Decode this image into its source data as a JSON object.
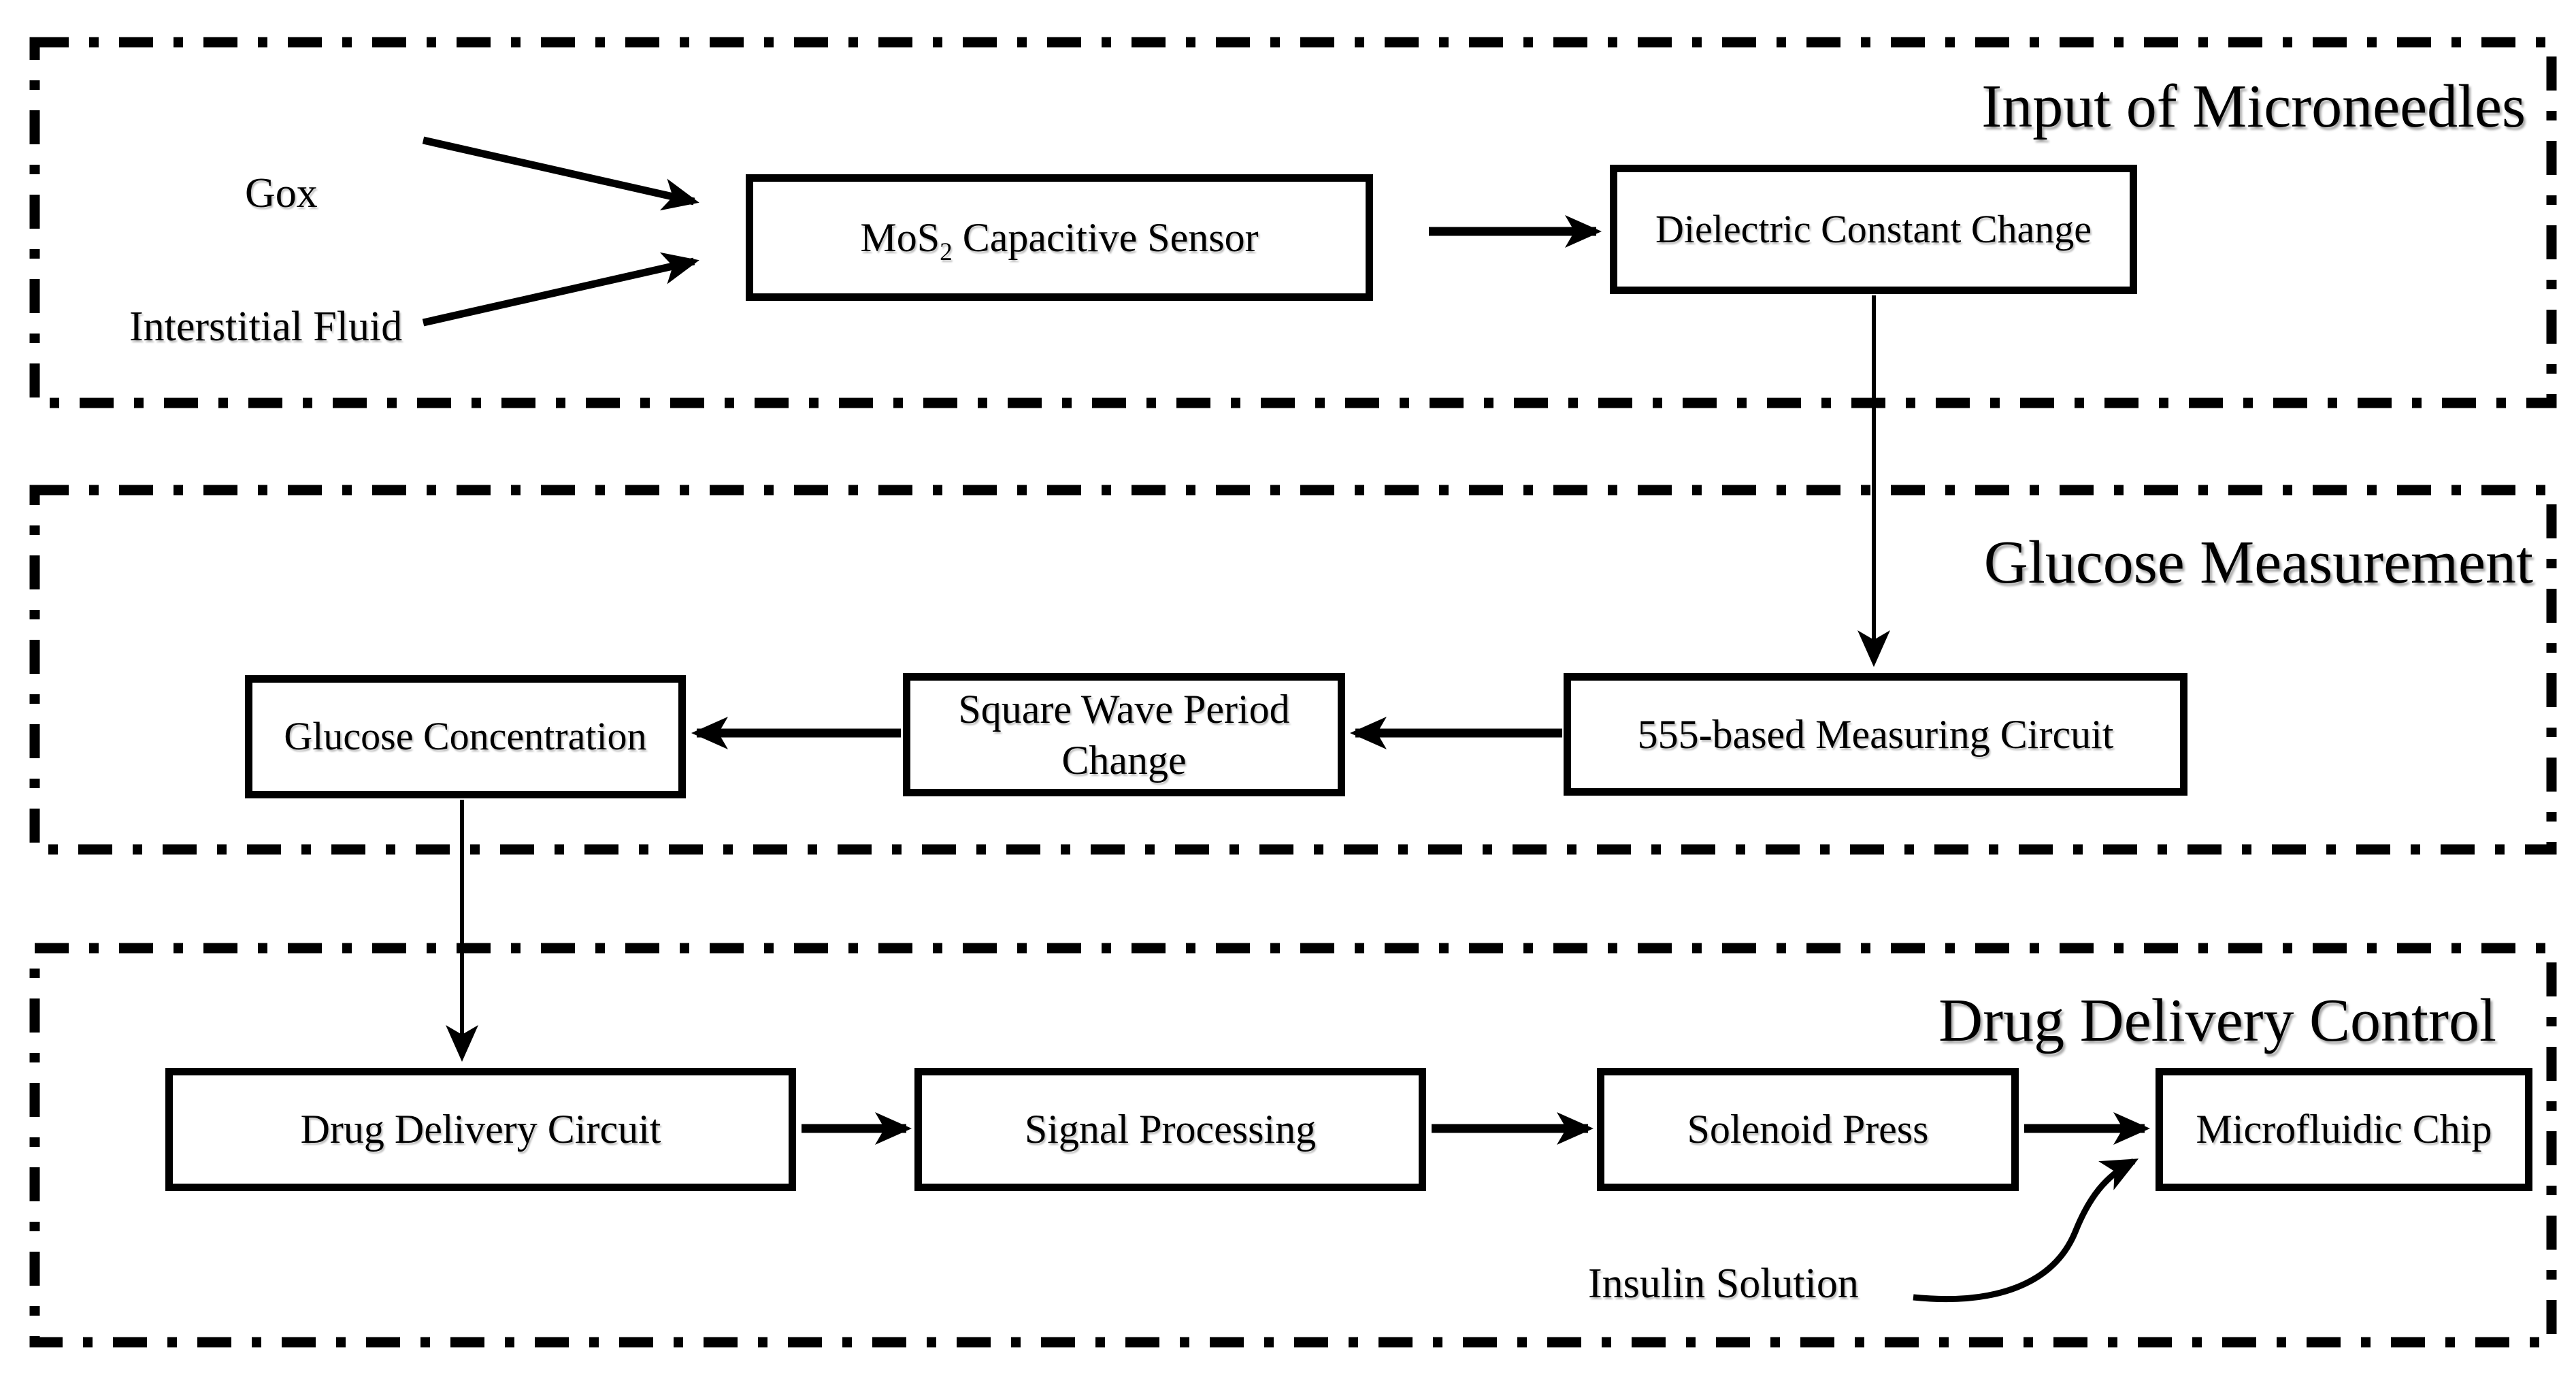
{
  "diagram": {
    "background_color": "#ffffff",
    "line_color": "#000000",
    "sections": [
      {
        "title": "Input of Microneedles"
      },
      {
        "title": "Glucose Measurement"
      },
      {
        "title": "Drug Delivery Control"
      }
    ],
    "nodes": {
      "mos2": {
        "label_main": "MoS",
        "label_sub": "2",
        "label_rest": " Capacitive Sensor"
      },
      "dielectric": {
        "label": "Dielectric Constant Change"
      },
      "circuit555": {
        "label": "555-based Measuring Circuit"
      },
      "square_wave": {
        "line1": "Square Wave Period",
        "line2": "Change"
      },
      "glucose": {
        "label": "Glucose Concentration"
      },
      "drug_delivery": {
        "label": "Drug Delivery Circuit"
      },
      "signal": {
        "label": "Signal Processing"
      },
      "solenoid": {
        "label": "Solenoid Press"
      },
      "chip": {
        "label": "Microfluidic Chip"
      }
    },
    "inputs": {
      "gox": "Gox",
      "interstitial": "Interstitial Fluid",
      "insulin": "Insulin Solution"
    },
    "edges": [
      {
        "from": "Gox",
        "to": "MoS2 Capacitive Sensor"
      },
      {
        "from": "Interstitial Fluid",
        "to": "MoS2 Capacitive Sensor"
      },
      {
        "from": "MoS2 Capacitive Sensor",
        "to": "Dielectric Constant Change"
      },
      {
        "from": "Dielectric Constant Change",
        "to": "555-based Measuring Circuit"
      },
      {
        "from": "555-based Measuring Circuit",
        "to": "Square Wave Period Change"
      },
      {
        "from": "Square Wave Period Change",
        "to": "Glucose Concentration"
      },
      {
        "from": "Glucose Concentration",
        "to": "Drug Delivery Circuit"
      },
      {
        "from": "Drug Delivery Circuit",
        "to": "Signal Processing"
      },
      {
        "from": "Signal Processing",
        "to": "Solenoid Press"
      },
      {
        "from": "Solenoid Press",
        "to": "Microfluidic Chip"
      },
      {
        "from": "Insulin Solution",
        "to": "Microfluidic Chip"
      }
    ]
  }
}
